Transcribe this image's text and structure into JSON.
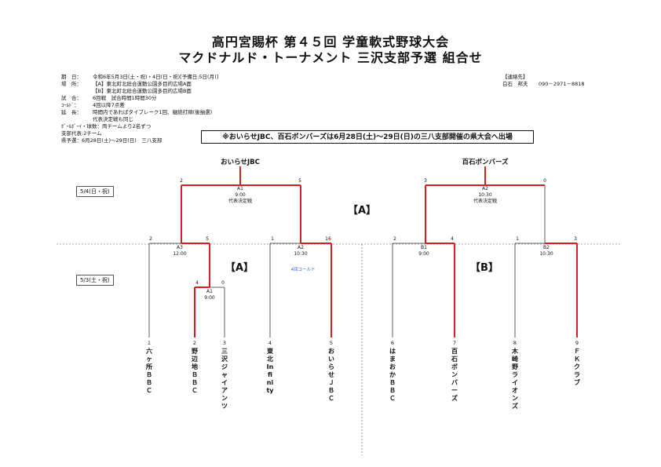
{
  "header": {
    "title_line1": "高円宮賜杯 第４５回 学童軟式野球大会",
    "title_line2": "マクドナルド・トーナメント 三沢支部予選 組合せ"
  },
  "info": {
    "period_key": "期　日：",
    "period_val": "令和6年5月3日(土・祝)・4日(日・祝)[予備日:5日(月)]",
    "venue_key": "場　所：",
    "venue_val1": "【A】東北町北総合運動公園多目的広場A面",
    "venue_val2": "【B】東北町北総合運動公園多目的広場B面",
    "match_key": "試　合：",
    "match_val": "6回戦　試合時間1時間30分",
    "called_key": "ｺｰﾙﾄﾞ：",
    "called_val": "4回以降7点差",
    "extra_key": "延　長：",
    "extra_val1": "時間内であればタイブレーク1回、継続打順(後抽選)",
    "extra_val2": "代表決定戦も同じ",
    "ballboy_key": "ﾎﾞｰﾙﾎﾞｰｲ・球数：",
    "ballboy_val": "両チームより2名ずつ",
    "rep_line": "支部代表:2チーム",
    "pref_line": "県予選：6月28日(土)～29日(日)　三八支部"
  },
  "contact": {
    "label": "【連絡先】",
    "name": "白石　邦夫",
    "phone": "090－2971－8818"
  },
  "notice": "※おいらせJBC、百石ボンバーズは6月28日(土)～29日(日)の三八支部開催の県大会へ出場",
  "dates": {
    "day2": "5/4(日・祝)",
    "day1": "5/3(土・祝)"
  },
  "winners": {
    "left": "おいらせJBC",
    "right": "百石ボンバーズ"
  },
  "blocks": {
    "top": "【A】",
    "left": "【A】",
    "right": "【B】"
  },
  "matches": {
    "final_a": {
      "id": "A1",
      "time": "9:00",
      "desc": "代表決定戦",
      "s_left": "2",
      "s_right": "5"
    },
    "final_b": {
      "id": "A2",
      "time": "10:30",
      "desc": "代表決定戦",
      "s_left": "3",
      "s_right": "0"
    },
    "a3": {
      "id": "A3",
      "time": "12:00",
      "s_left": "2",
      "s_right": "5"
    },
    "a2": {
      "id": "A2",
      "time": "10:30",
      "s_left": "1",
      "s_right": "16",
      "note": "4回コールド"
    },
    "a1": {
      "id": "A1",
      "time": "9:00",
      "s_left": "4",
      "s_right": "0"
    },
    "b1": {
      "id": "B1",
      "time": "9:00",
      "s_left": "2",
      "s_right": "4"
    },
    "b2": {
      "id": "B2",
      "time": "10:30",
      "s_left": "1",
      "s_right": "3"
    }
  },
  "teams": [
    {
      "seed": "1",
      "name": "六ヶ所ＢＢＣ"
    },
    {
      "seed": "2",
      "name": "野辺地ＢＢＣ"
    },
    {
      "seed": "3",
      "name": "三沢ジャイアンツ"
    },
    {
      "seed": "4",
      "name": "東北Infinity"
    },
    {
      "seed": "5",
      "name": "おいらせＪＢＣ"
    },
    {
      "seed": "6",
      "name": "はまおかＢＢＣ"
    },
    {
      "seed": "7",
      "name": "百石ボンバーズ"
    },
    {
      "seed": "8",
      "name": "木崎野ライオンズ"
    },
    {
      "seed": "9",
      "name": "ＦＫクラブ"
    }
  ],
  "colors": {
    "win_line": "#d42020",
    "line": "#333333",
    "note": "#3a6fd8"
  }
}
